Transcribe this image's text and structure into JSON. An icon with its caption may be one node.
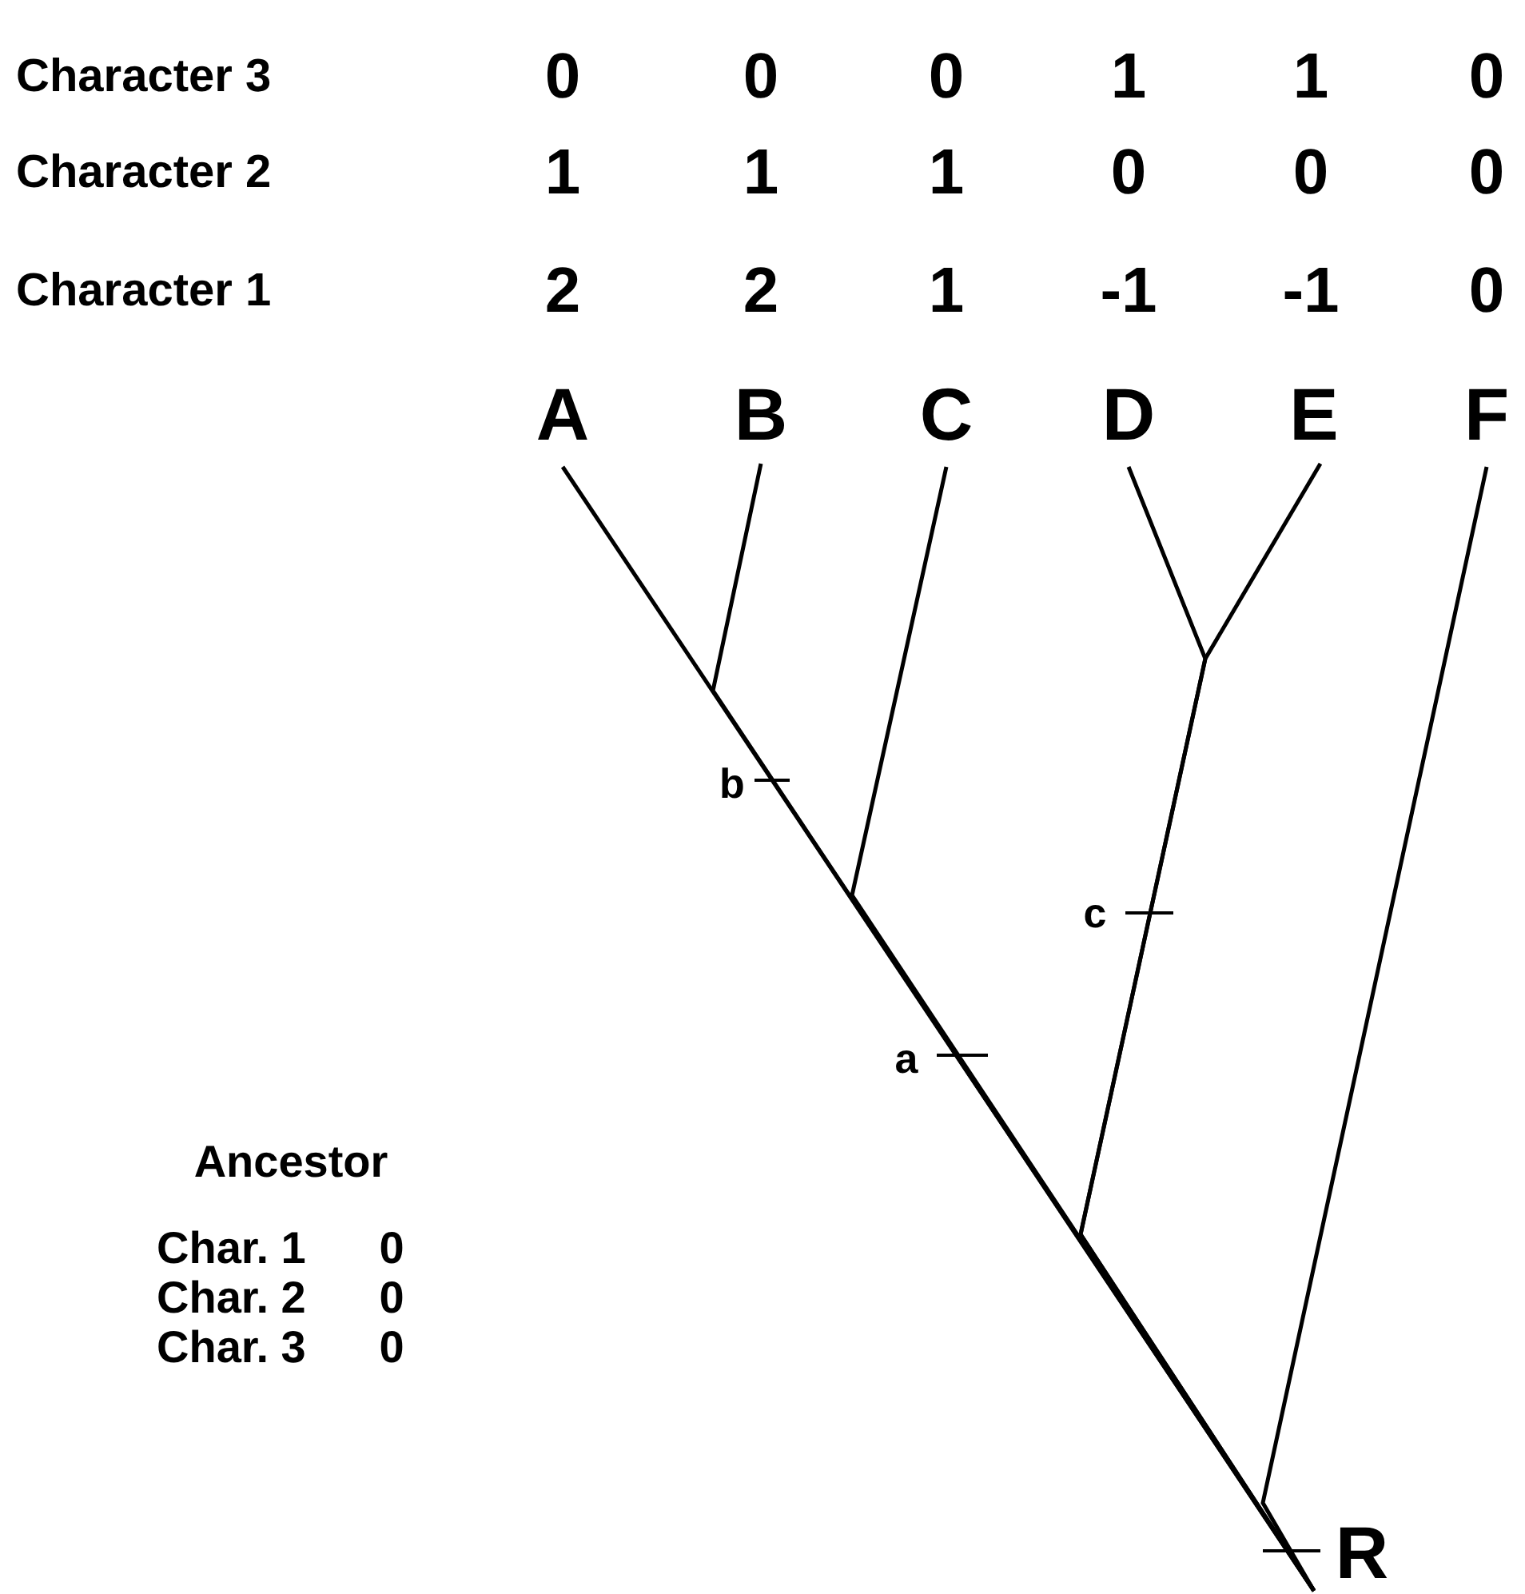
{
  "diagram": {
    "nodes": [
      {
        "text": [
          "A"
        ]
      },
      {
        "text": [
          "B"
        ]
      },
      {
        "text": [
          "C"
        ]
      },
      {
        "text": [
          "D"
        ]
      },
      {
        "text": [
          "E"
        ]
      },
      {
        "text": [
          "F"
        ]
      },
      {
        "text": [
          "R"
        ]
      }
    ],
    "edges": [
      {
        "from": 6,
        "to": 0,
        "arrow": "none"
      },
      {
        "from": 6,
        "to": 1,
        "arrow": "none"
      },
      {
        "from": 6,
        "to": 2,
        "arrow": "none"
      },
      {
        "from": 6,
        "to": 3,
        "arrow": "none"
      },
      {
        "from": 6,
        "to": 4,
        "arrow": "none"
      },
      {
        "from": 6,
        "to": 5,
        "arrow": "none"
      }
    ],
    "labels": [
      "Character 3",
      "0",
      "0",
      "0",
      "1",
      "1",
      "0",
      "Character 2",
      "1",
      "1",
      "1",
      "0",
      "0",
      "0",
      "Character 1",
      "2",
      "2",
      "1",
      "-1",
      "-1",
      "0",
      "b",
      "c",
      "a",
      "Ancestor",
      "Char. 1",
      "0",
      "Char. 2",
      "0",
      "Char. 3",
      "0"
    ]
  }
}
